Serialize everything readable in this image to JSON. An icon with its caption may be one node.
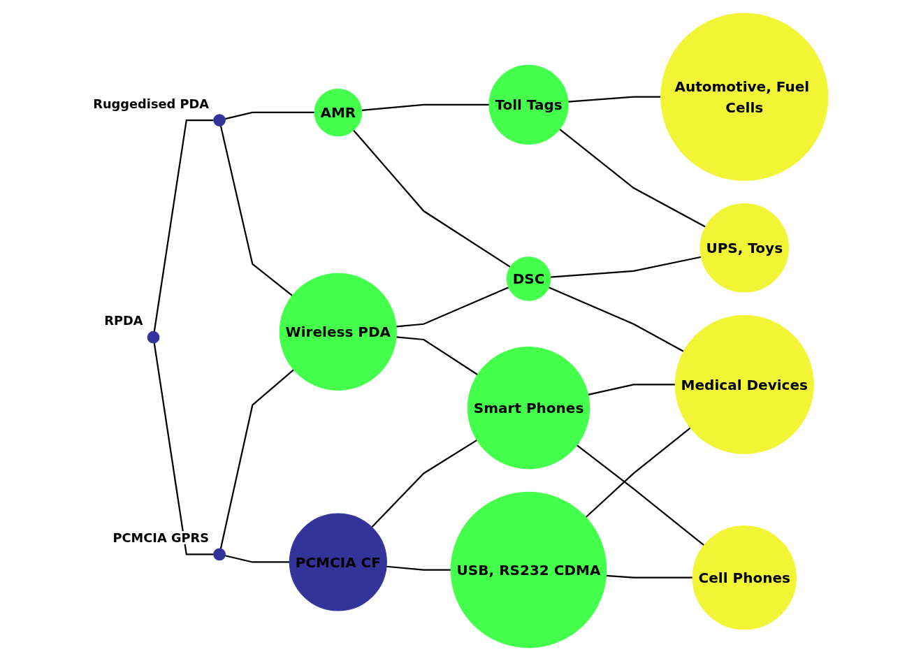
{
  "diagram": {
    "nodes": [
      {
        "text": [],
        "shape": "circle",
        "beside": [
          "RPDA"
        ]
      },
      {
        "text": [],
        "shape": "circle",
        "beside": [
          "Ruggedised PDA"
        ]
      },
      {
        "text": [],
        "shape": "circle",
        "beside": [
          "PCMCIA GPRS"
        ]
      },
      {
        "text": [
          "AMR"
        ]
      },
      {
        "text": [
          "Wireless PDA"
        ]
      },
      {
        "text": [
          "PCMCIA CF"
        ]
      },
      {
        "text": [
          "Toll Tags"
        ]
      },
      {
        "text": [
          "DSC"
        ]
      },
      {
        "text": [
          "Smart Phones"
        ]
      },
      {
        "text": [
          "USB, RS232 CDMA"
        ]
      },
      {
        "text": [
          "Automotive, Fuel Cells"
        ]
      },
      {
        "text": [
          "UPS, Toys"
        ]
      },
      {
        "text": [
          "Medical Devices"
        ]
      },
      {
        "text": [
          "Cell Phones"
        ]
      }
    ],
    "edges": [
      {
        "from": 0,
        "to": 1,
        "arrow": "none"
      },
      {
        "from": 0,
        "to": 2,
        "arrow": "none"
      },
      {
        "from": 1,
        "to": 3,
        "arrow": "none"
      },
      {
        "from": 1,
        "to": 4,
        "arrow": "none"
      },
      {
        "from": 2,
        "to": 4,
        "arrow": "none"
      },
      {
        "from": 2,
        "to": 5,
        "arrow": "none"
      },
      {
        "from": 3,
        "to": 6,
        "arrow": "none"
      },
      {
        "from": 3,
        "to": 7,
        "arrow": "none"
      },
      {
        "from": 4,
        "to": 7,
        "arrow": "none"
      },
      {
        "from": 4,
        "to": 8,
        "arrow": "none"
      },
      {
        "from": 5,
        "to": 8,
        "arrow": "none"
      },
      {
        "from": 5,
        "to": 9,
        "arrow": "none"
      },
      {
        "from": 6,
        "to": 10,
        "arrow": "none"
      },
      {
        "from": 6,
        "to": 11,
        "arrow": "none"
      },
      {
        "from": 7,
        "to": 11,
        "arrow": "none"
      },
      {
        "from": 7,
        "to": 12,
        "arrow": "none"
      },
      {
        "from": 8,
        "to": 12,
        "arrow": "none"
      },
      {
        "from": 8,
        "to": 13,
        "arrow": "none"
      },
      {
        "from": 9,
        "to": 12,
        "arrow": "none"
      },
      {
        "from": 9,
        "to": 13,
        "arrow": "none"
      }
    ]
  }
}
